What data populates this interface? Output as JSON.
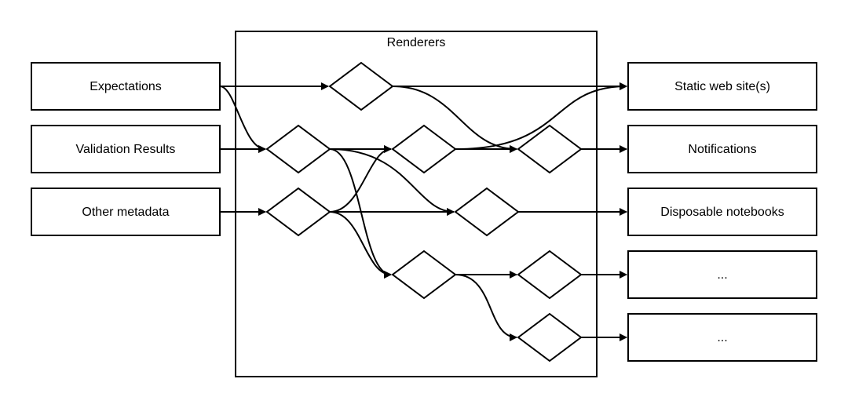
{
  "renderers_label": "Renderers",
  "inputs": [
    "Expectations",
    "Validation Results",
    "Other metadata"
  ],
  "outputs": [
    "Static web site(s)",
    "Notifications",
    "Disposable notebooks",
    "...",
    "..."
  ],
  "colors": {
    "stroke": "#000000",
    "fill": "#ffffff",
    "text": "#000000"
  }
}
